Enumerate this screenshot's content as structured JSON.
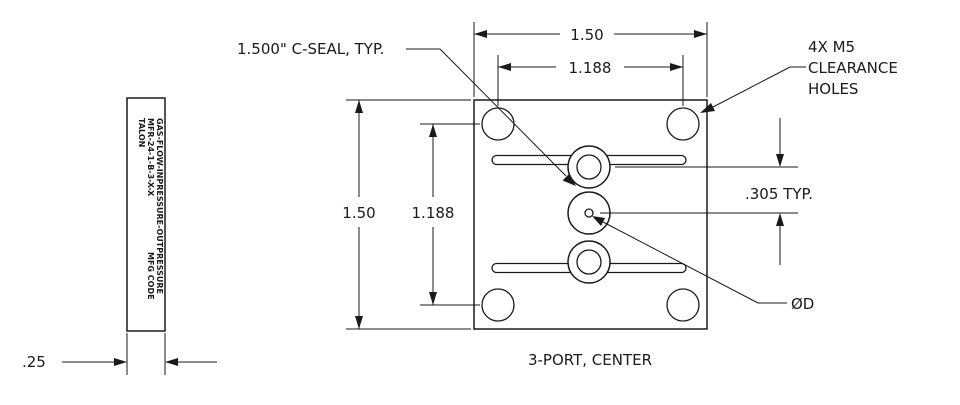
{
  "side_view": {
    "line1": "TALON",
    "line2": "MFR-24-1-B-3-X-X",
    "line3": "MFG CODE",
    "line4": "GAS-FLOW-INPRESSURE-OUTPRESSURE",
    "thickness_dim": ".25"
  },
  "top_view": {
    "width_dim": "1.50",
    "inner_width_dim": "1.188",
    "height_dim": "1.50",
    "inner_height_dim": "1.188",
    "c_seal_callout": "1.500\" C-SEAL, TYP.",
    "clearance_callout": {
      "line1": "4X M5",
      "line2": "CLEARANCE",
      "line3": "HOLES"
    },
    "port_spacing_dim": ".305 TYP.",
    "diameter_callout": "ØD",
    "caption": "3-PORT, CENTER"
  }
}
